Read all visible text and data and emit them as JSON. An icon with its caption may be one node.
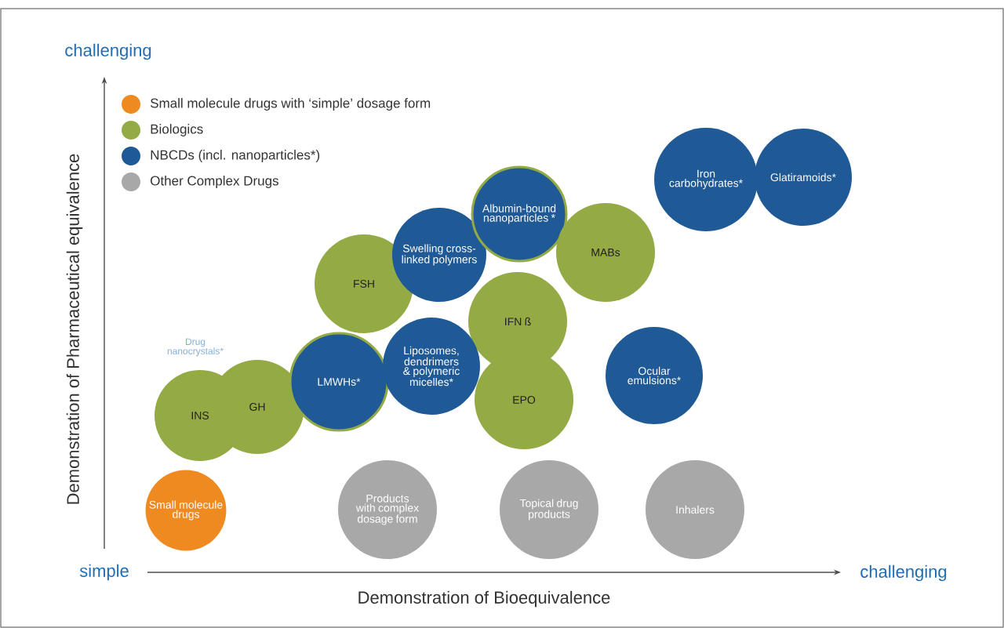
{
  "diagram": {
    "nodes": [
      {
        "text": [
          "Iron carbohydrates*"
        ]
      },
      {
        "text": [
          "Glatiramoids*"
        ]
      },
      {
        "text": [
          "Albumin-bound nanoparticles *"
        ]
      },
      {
        "text": [
          "Swelling cross-linked polymers"
        ]
      },
      {
        "text": [
          "MABs"
        ]
      },
      {
        "text": [
          "FSH"
        ]
      },
      {
        "text": [
          "IFN ß"
        ]
      },
      {
        "text": [
          "Liposomes, dendrimers & polymeric micelles*"
        ]
      },
      {
        "text": [
          "LMWHs*"
        ]
      },
      {
        "text": [
          "Ocular emulsions*"
        ]
      },
      {
        "text": [
          "EPO"
        ]
      },
      {
        "text": [
          "GH"
        ]
      },
      {
        "text": [
          "INS"
        ]
      },
      {
        "text": [
          "Small molecule drugs"
        ]
      },
      {
        "text": [
          "Products with complex dosage form"
        ]
      },
      {
        "text": [
          "Topical drug products"
        ]
      },
      {
        "text": [
          "Inhalers"
        ]
      }
    ],
    "labels": [
      "challenging",
      "Demonstration of Pharmaceutical equivalence",
      "Drug nanocrystals*",
      "simple",
      "challenging",
      "Demonstration of Bioequivalence"
    ],
    "legend": [
      {
        "text": "Small molecule drugs with ‘simple’ dosage form",
        "color": "#ef8a21"
      },
      {
        "text": "Biologics",
        "color": "#93aa45"
      },
      {
        "text": "NBCDs (incl. nanoparticles*)",
        "color": "#1f5a96"
      },
      {
        "text": "Other Complex Drugs",
        "color": "#a8a8a8"
      }
    ]
  }
}
